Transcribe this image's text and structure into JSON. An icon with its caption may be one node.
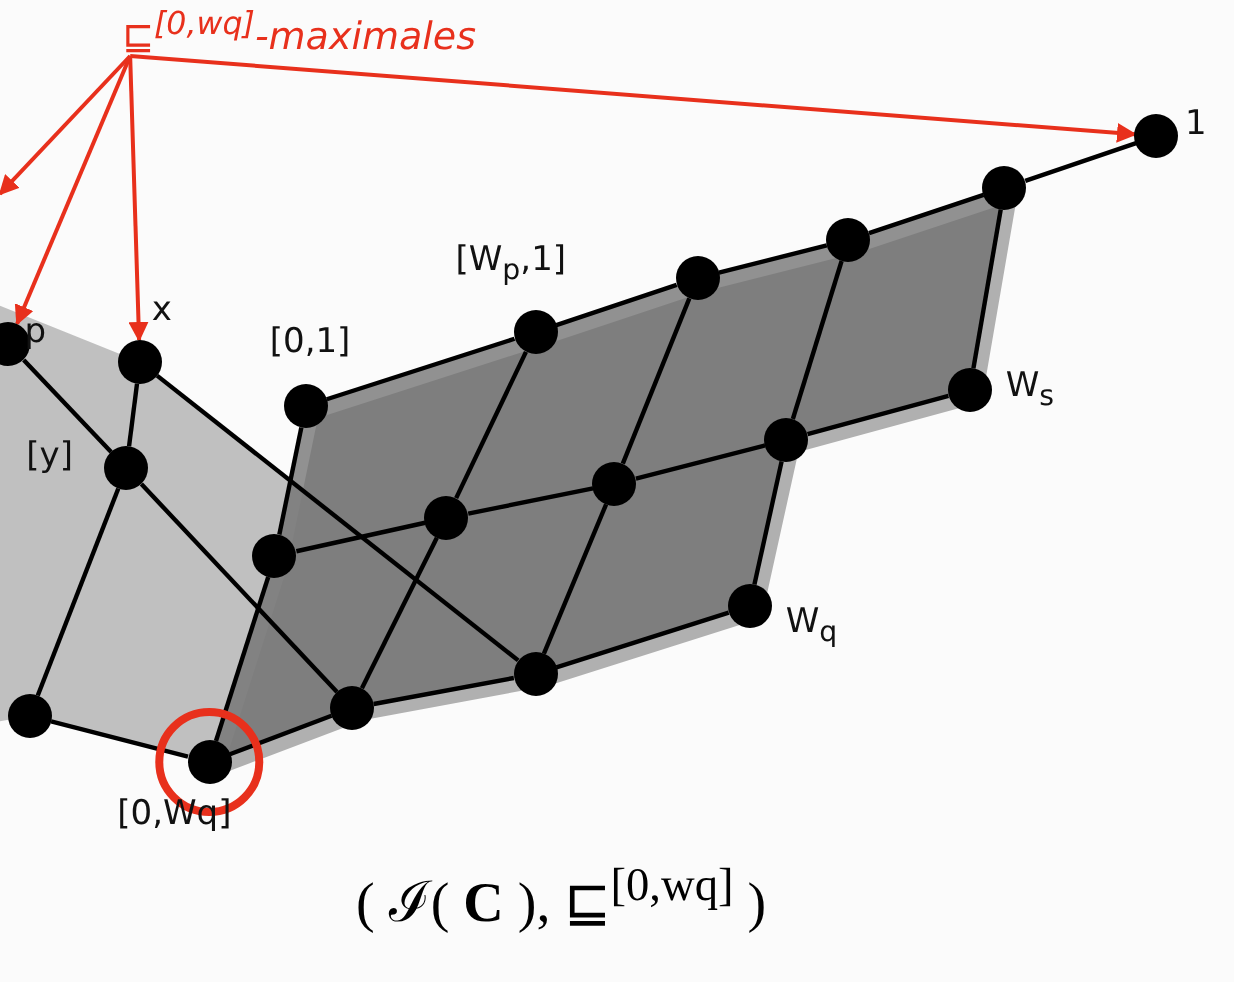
{
  "diagram": {
    "caption": "( ℐ( **C** ), ⊑$^{[0,wq]}$ )",
    "nodes": [
      {
        "text": [
          "⊑$^{[0,wq]}$-maximales"
        ]
      },
      {
        "text": [],
        "shape": "circle",
        "beside": [
          "1"
        ]
      },
      {
        "text": [],
        "shape": "circle"
      },
      {
        "text": [],
        "shape": "circle"
      },
      {
        "text": [],
        "shape": "circle"
      },
      {
        "text": [],
        "shape": "circle",
        "beside": [
          "[W$_{p}$,1]"
        ]
      },
      {
        "text": [],
        "shape": "circle",
        "beside": [
          "p"
        ]
      },
      {
        "text": [],
        "shape": "circle",
        "beside": [
          "x"
        ]
      },
      {
        "text": [],
        "shape": "circle",
        "beside": [
          "W$_{s}$"
        ]
      },
      {
        "text": [],
        "shape": "circle",
        "beside": [
          "[0,1]"
        ]
      },
      {
        "text": [],
        "shape": "circle"
      },
      {
        "text": [],
        "shape": "circle",
        "beside": [
          "[y]"
        ]
      },
      {
        "text": [],
        "shape": "circle"
      },
      {
        "text": [],
        "shape": "circle"
      },
      {
        "text": [],
        "shape": "circle"
      },
      {
        "text": [],
        "shape": "circle",
        "beside": [
          "W$_{q}$"
        ]
      },
      {
        "text": [],
        "shape": "circle"
      },
      {
        "text": [],
        "shape": "circle"
      },
      {
        "text": [],
        "shape": "circle"
      },
      {
        "text": [],
        "shape": "circle",
        "beside": [
          "[0,Wq]"
        ]
      }
    ],
    "edges": [
      {
        "from": 9,
        "to": 5,
        "arrow": "none"
      },
      {
        "from": 5,
        "to": 4,
        "arrow": "none"
      },
      {
        "from": 4,
        "to": 3,
        "arrow": "none"
      },
      {
        "from": 3,
        "to": 2,
        "arrow": "none"
      },
      {
        "from": 2,
        "to": 1,
        "arrow": "none"
      },
      {
        "from": 14,
        "to": 13,
        "arrow": "none"
      },
      {
        "from": 13,
        "to": 12,
        "arrow": "none"
      },
      {
        "from": 12,
        "to": 10,
        "arrow": "none"
      },
      {
        "from": 10,
        "to": 8,
        "arrow": "none"
      },
      {
        "from": 19,
        "to": 17,
        "arrow": "none"
      },
      {
        "from": 17,
        "to": 16,
        "arrow": "none"
      },
      {
        "from": 16,
        "to": 15,
        "arrow": "none"
      },
      {
        "from": 9,
        "to": 14,
        "arrow": "none"
      },
      {
        "from": 14,
        "to": 19,
        "arrow": "none"
      },
      {
        "from": 5,
        "to": 13,
        "arrow": "none"
      },
      {
        "from": 13,
        "to": 17,
        "arrow": "none"
      },
      {
        "from": 4,
        "to": 12,
        "arrow": "none"
      },
      {
        "from": 12,
        "to": 16,
        "arrow": "none"
      },
      {
        "from": 3,
        "to": 10,
        "arrow": "none"
      },
      {
        "from": 10,
        "to": 15,
        "arrow": "none"
      },
      {
        "from": 2,
        "to": 8,
        "arrow": "none"
      },
      {
        "from": 7,
        "to": 11,
        "arrow": "none"
      },
      {
        "from": 11,
        "to": 18,
        "arrow": "none"
      },
      {
        "from": 18,
        "to": 19,
        "arrow": "none"
      },
      {
        "from": 7,
        "to": 16,
        "arrow": "none"
      },
      {
        "from": 11,
        "to": 17,
        "arrow": "none"
      },
      {
        "from": 6,
        "to": 11,
        "arrow": "none"
      },
      {
        "from": 0,
        "to": 6,
        "arrow": "to",
        "color": "#e8301c"
      },
      {
        "from": 0,
        "to": null,
        "arrow": "to",
        "color": "#e8301c"
      },
      {
        "from": 0,
        "to": 7,
        "arrow": "to",
        "color": "#e8301c"
      },
      {
        "from": 0,
        "to": 1,
        "arrow": "to",
        "color": "#e8301c"
      }
    ]
  }
}
